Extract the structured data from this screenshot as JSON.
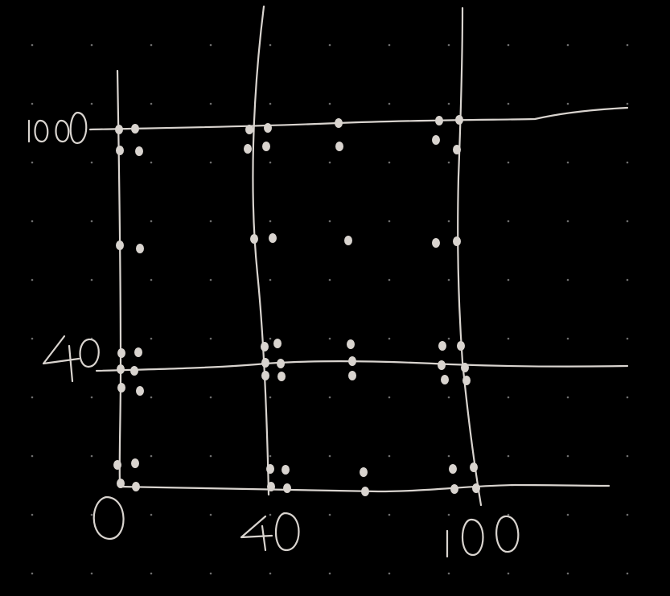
{
  "theme": {
    "background": "#000000",
    "ink": "#d9d4cf",
    "dot_grid": "#6e6e6e",
    "accent": "#c0392b"
  },
  "axes": {
    "x_labels": [
      "0",
      "40",
      "100"
    ],
    "y_labels": [
      "100",
      "40"
    ]
  }
}
